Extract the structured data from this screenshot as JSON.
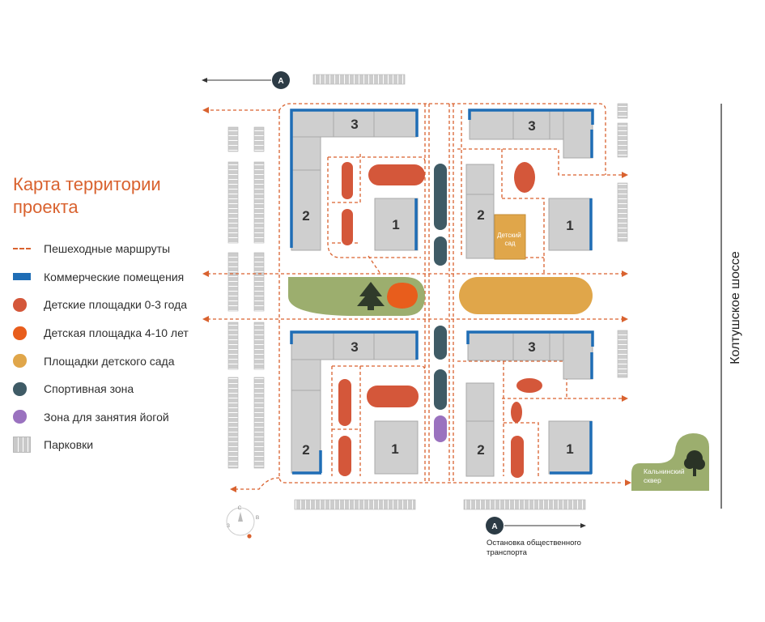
{
  "title": "Карта территории проекта",
  "legend": [
    {
      "label": "Пешеходные маршруты",
      "kind": "pedestrian-route",
      "color": "#d9622f"
    },
    {
      "label": "Коммерческие помещения",
      "kind": "commercial",
      "color": "#1f6db5"
    },
    {
      "label": "Детские площадки 0-3 года",
      "kind": "playground-0-3",
      "color": "#d4573a"
    },
    {
      "label": "Детская площадка 4-10 лет",
      "kind": "playground-4-10",
      "color": "#e85d1c"
    },
    {
      "label": "Площадки детского сада",
      "kind": "kindergarten-area",
      "color": "#e0a64a"
    },
    {
      "label": "Спортивная зона",
      "kind": "sport",
      "color": "#3f5b66"
    },
    {
      "label": "Зона для занятия йогой",
      "kind": "yoga",
      "color": "#9a72bf"
    },
    {
      "label": "Парковки",
      "kind": "parking",
      "color": "#c9c9c9"
    }
  ],
  "buildings": {
    "nw": {
      "b3": "3",
      "b2": "2",
      "b1": "1"
    },
    "ne": {
      "b3": "3",
      "b2": "2",
      "b1": "1",
      "kindergarten": "Детский сад"
    },
    "sw": {
      "b3": "3",
      "b2": "2",
      "b1": "1"
    },
    "se": {
      "b3": "3",
      "b2": "2",
      "b1": "1"
    }
  },
  "road": "Колтушское шоссе",
  "square": "Кальнинский сквер",
  "marker_top": "A",
  "marker_bottom": "A",
  "bus_stop": [
    "Остановка общественного",
    "транспорта"
  ],
  "compass": {
    "n": "С",
    "e": "В",
    "w": "З"
  },
  "colors": {
    "building": "#cfcfcf",
    "building_stroke": "#a9a9a9",
    "commercial": "#1f6db5",
    "route": "#d9622f",
    "park_green": "#9cae6e",
    "kindergarten": "#e0a64a",
    "sport": "#3f5b66"
  }
}
